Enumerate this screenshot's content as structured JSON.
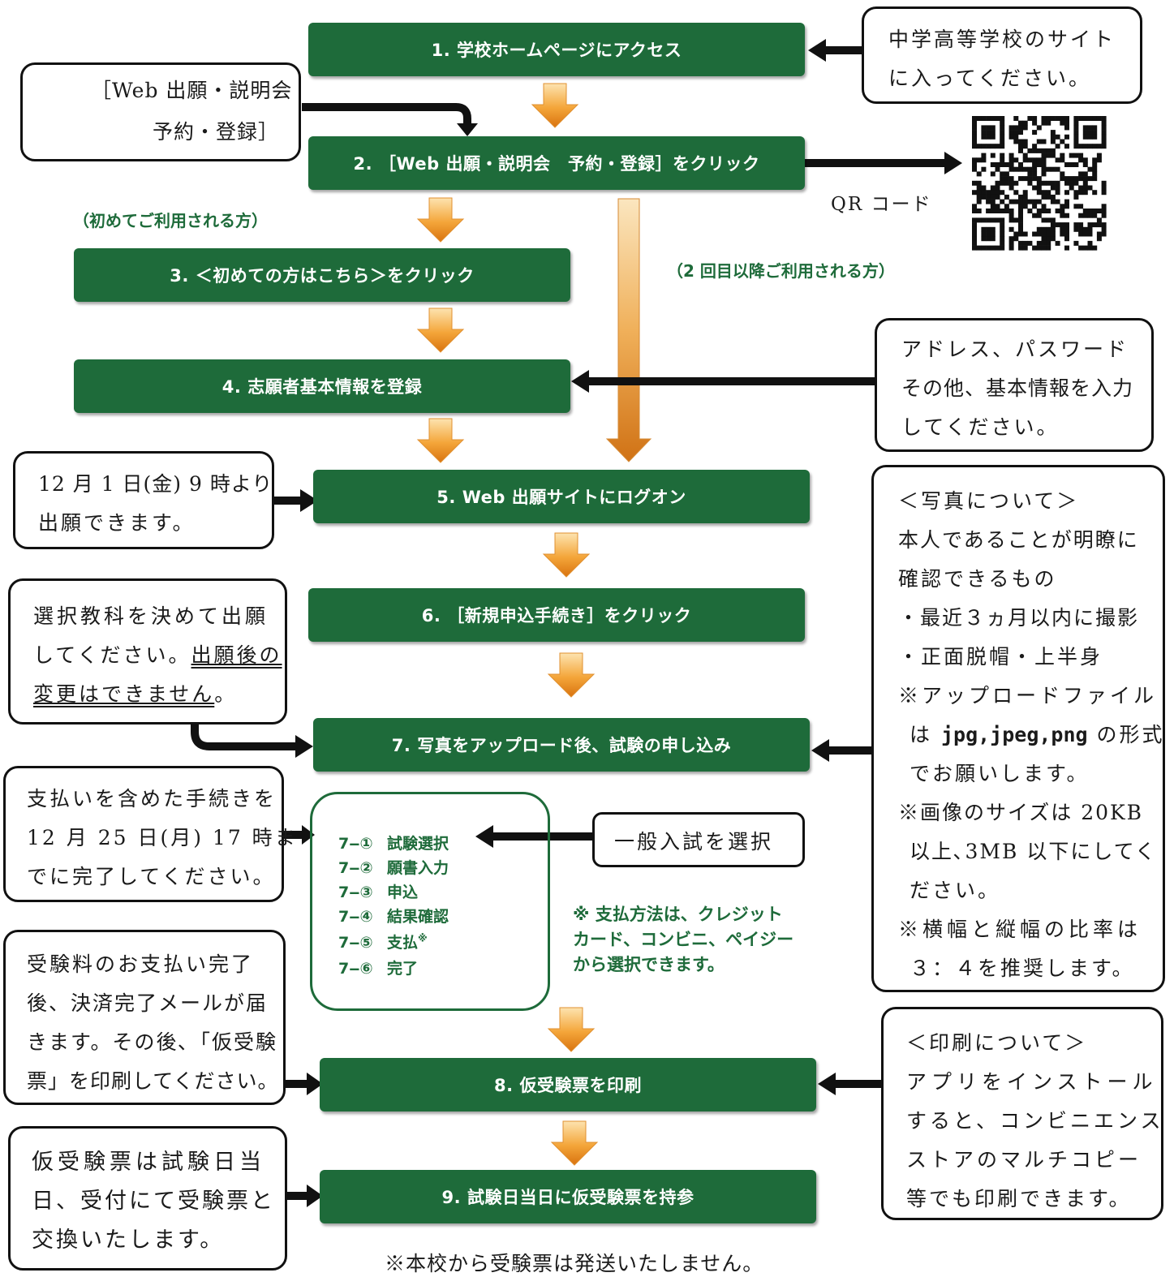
{
  "steps": {
    "s1": "1. 学校ホームページにアクセス",
    "s2": "2. ［Web 出願・説明会　予約・登録］をクリック",
    "s3": "3. ＜初めての方はこちら＞をクリック",
    "s4": "4. 志願者基本情報を登録",
    "s5": "5. Web 出願サイトにログオン",
    "s6": "6. ［新規申込手続き］をクリック",
    "s7": "7. 写真をアップロード後、試験の申し込み",
    "s8": "8. 仮受験票を印刷",
    "s9": "9. 試験日当日に仮受験票を持参"
  },
  "labels": {
    "first_time": "（初めてご利用される方）",
    "second_time": "（2 回目以降ご利用される方）",
    "qr_code": "QR コード",
    "payment_note": [
      "※ 支払方法は、クレジット",
      "カード、コンビニ、ペイジー",
      "から選択できます。"
    ],
    "footer": "※本校から受験票は発送いたしません。"
  },
  "logo_box": {
    "line1": "［Web 出願・説明会",
    "line2": "予約・登録］"
  },
  "notes": {
    "school_site": [
      "中学高等学校のサイト",
      "に入ってください。"
    ],
    "basic_info": [
      "アドレス、パスワード",
      "その他、基本情報を入力",
      "してください。"
    ],
    "open_date": [
      "12 月 1 日(金) 9 時より",
      "出願できます。"
    ],
    "subject": {
      "line1": "選択教科を決めて出願",
      "line2a": "してください。",
      "line2b": "出願後の",
      "line3a": "変更はできません",
      "line3b": "。"
    },
    "photo": {
      "l1": "＜写真について＞",
      "l2": "本人であることが明瞭に",
      "l3": "確認できるもの",
      "l4": "・最近３ヵ月以内に撮影",
      "l5": "・正面脱帽・上半身",
      "l6": "※アップロードファイル",
      "l7a": "は",
      "l7b": "jpg,jpeg,png",
      "l7c": "の形式",
      "l8": "でお願いします。",
      "l9": "※画像のサイズは 20KB",
      "l10": "以上､3MB 以下にしてく",
      "l11": "ださい。",
      "l12": "※横幅と縦幅の比率は",
      "l13": "３：４を推奨します。"
    },
    "deadline": [
      "支払いを含めた手続きを",
      "12 月 25 日(月) 17 時ま",
      "でに完了してください。"
    ],
    "general": "一般入試を選択",
    "mail": [
      "受験料のお支払い完了",
      "後、決済完了メールが届",
      "きます。その後､「仮受験",
      "票」を印刷してください。"
    ],
    "exchange": [
      "仮受験票は試験日当",
      "日、受付にて受験票と",
      "交換いたします。"
    ],
    "print": [
      "＜印刷について＞",
      "アプリをインストール",
      "すると、コンビニエンス",
      "ストアのマルチコピー",
      "等でも印刷できます。"
    ]
  },
  "substeps": [
    {
      "num": "7‒①",
      "label": "試験選択"
    },
    {
      "num": "7‒②",
      "label": "願書入力"
    },
    {
      "num": "7‒③",
      "label": "申込"
    },
    {
      "num": "7‒④",
      "label": "結果確認"
    },
    {
      "num": "7‒⑤",
      "label": "支払",
      "mark": "※"
    },
    {
      "num": "7‒⑥",
      "label": "完了"
    }
  ],
  "colors": {
    "step_green": "#1e6b3a",
    "arrow_orange": "#e8891e"
  }
}
